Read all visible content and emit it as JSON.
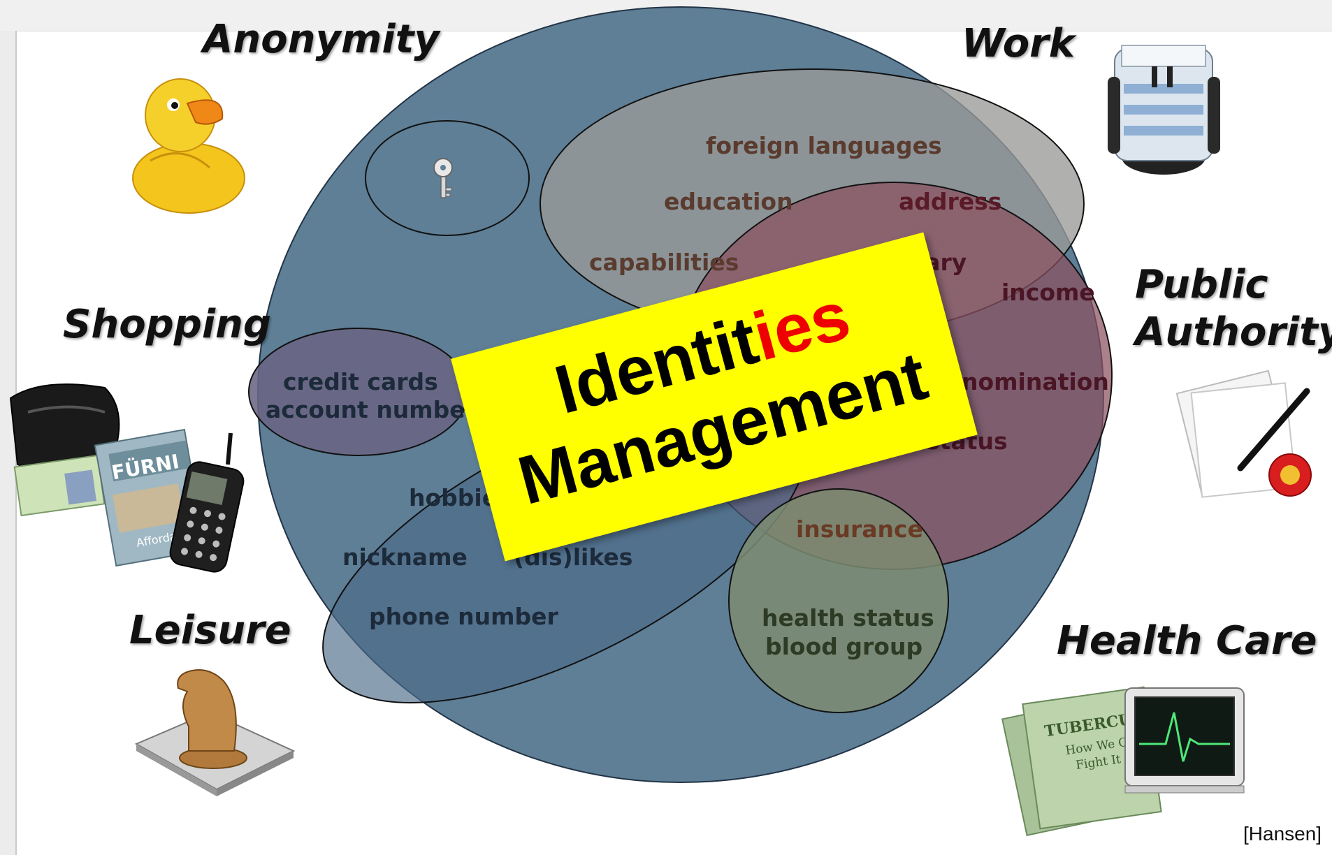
{
  "diagram": {
    "title_black": "Identit",
    "title_red": "ies",
    "title_line2": "Management",
    "credit": "[Hansen]",
    "categories": {
      "anonymity": "Anonymity",
      "work": "Work",
      "shopping": "Shopping",
      "public_authority_line1": "Public",
      "public_authority_line2": "Authority",
      "leisure": "Leisure",
      "health_care": "Health Care"
    },
    "attributes": {
      "foreign_languages": "foreign languages",
      "education": "education",
      "address": "address",
      "capabilities": "capabilities",
      "salary": "salary",
      "income": "income",
      "credit_cards": "credit cards",
      "account_number": "account number",
      "denomination": "denomination",
      "marital_status": "marital status",
      "hobbies": "hobbies",
      "insurance": "insurance",
      "nickname": "nickname",
      "dislikes": "(dis)likes",
      "phone_number": "phone number",
      "health_status": "health status",
      "blood_group": "blood group"
    },
    "image_lettering": {
      "catalog_text": "FÜRNI",
      "catalog_sub": "Affordable Design",
      "poster_text": "TUBERCULOSIS",
      "poster_sub": "How We Can Fight It"
    },
    "icons": [
      "rubber-duck-icon",
      "rolodex-icon",
      "wallet-icon",
      "catalog-icon",
      "mobile-phone-icon",
      "document-pen-icon",
      "chess-knight-icon",
      "health-poster-icon",
      "heart-monitor-icon",
      "key-icon"
    ],
    "colors": {
      "big_circle": "#5e7f96",
      "work_ellipse": "#9a9a98",
      "authority_ellipse": "#8a5060",
      "shopping_ellipse": "#6a6584",
      "leisure_ellipse": "#4b6a88",
      "health_ellipse": "#7c8c72",
      "banner": "#ffff00",
      "banner_highlight": "#ee0000"
    }
  }
}
